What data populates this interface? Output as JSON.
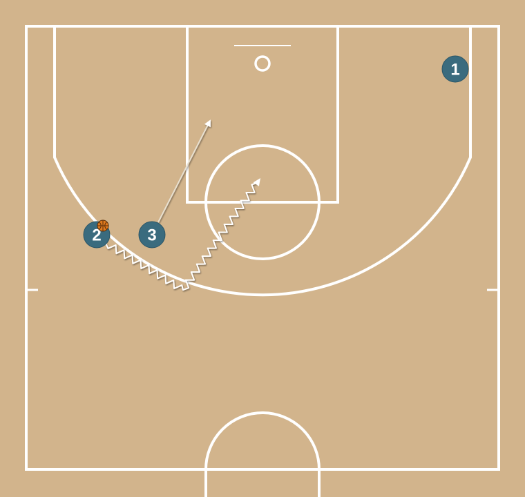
{
  "colors": {
    "court": "#d2b48c",
    "lines": "#ffffff",
    "player": "#3a6b7e",
    "player_text": "#ffffff",
    "ball": "#e07a1e",
    "pass_arrow": "#e8e0d0",
    "dribble": "#ffffff"
  },
  "players": [
    {
      "id": "1",
      "label": "1"
    },
    {
      "id": "2",
      "label": "2",
      "has_ball": true
    },
    {
      "id": "3",
      "label": "3"
    }
  ],
  "actions": [
    {
      "type": "cut",
      "player": "3"
    },
    {
      "type": "dribble",
      "player": "2"
    }
  ],
  "icons": {
    "ball": "basketball-icon"
  }
}
